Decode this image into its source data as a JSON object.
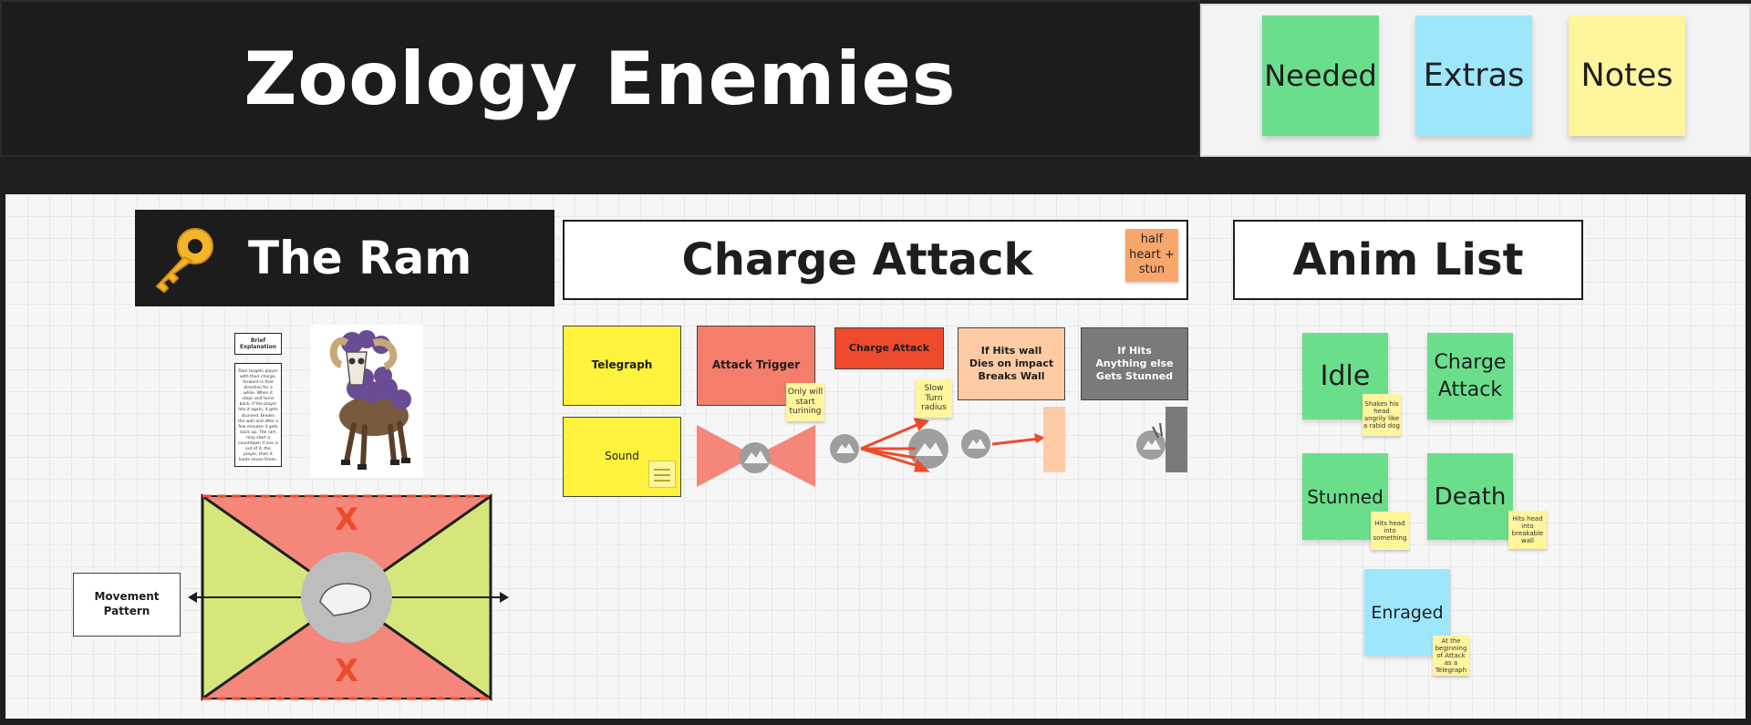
{
  "header": {
    "title": "Zoology Enemies"
  },
  "legend": [
    {
      "label": "Needed",
      "color": "#6bde8c"
    },
    {
      "label": "Extras",
      "color": "#9ee6fb"
    },
    {
      "label": "Notes",
      "color": "#fff59d"
    }
  ],
  "ram": {
    "title": "The Ram",
    "icon": "key-icon",
    "brief_title": "Brief Explanation",
    "brief_text": "Ram targets player with their charge, forward in that direction for a while. When it stops and turns back, if the player hits it again, it gets stunned. Breaks the wall and after a few minutes it gets back up. The ram may start a countdown if one is out of it, the player, then it loads seven times.",
    "movement_label": "Movement Pattern",
    "x_mark": "X"
  },
  "charge": {
    "title": "Charge Attack",
    "damage_note": "half heart + stun",
    "boxes": [
      {
        "label": "Telegraph",
        "color": "#fff23d"
      },
      {
        "label": "Attack Trigger",
        "color": "#f47d6b"
      },
      {
        "label": "Charge Attack",
        "color": "#ee4a2c"
      },
      {
        "label": "If Hits wall\nDies on impact\nBreaks Wall",
        "color": "#ffcba4"
      },
      {
        "label": "If Hits\nAnything else\nGets Stunned",
        "color": "#7a7a7a"
      }
    ],
    "sound_label": "Sound",
    "trigger_note": "Only will start turining",
    "charge_note": "Slow Turn radius"
  },
  "anim": {
    "title": "Anim List",
    "items": [
      {
        "label": "Idle",
        "note": "Shakes his head angrily like a rabid dog"
      },
      {
        "label": "Charge\nAttack",
        "note": ""
      },
      {
        "label": "Stunned",
        "note": "Hits head into something"
      },
      {
        "label": "Death",
        "note": "Hits head into breakable wall"
      },
      {
        "label": "Enraged",
        "note": "At the beginning of Attack as a Telegraph"
      }
    ]
  }
}
